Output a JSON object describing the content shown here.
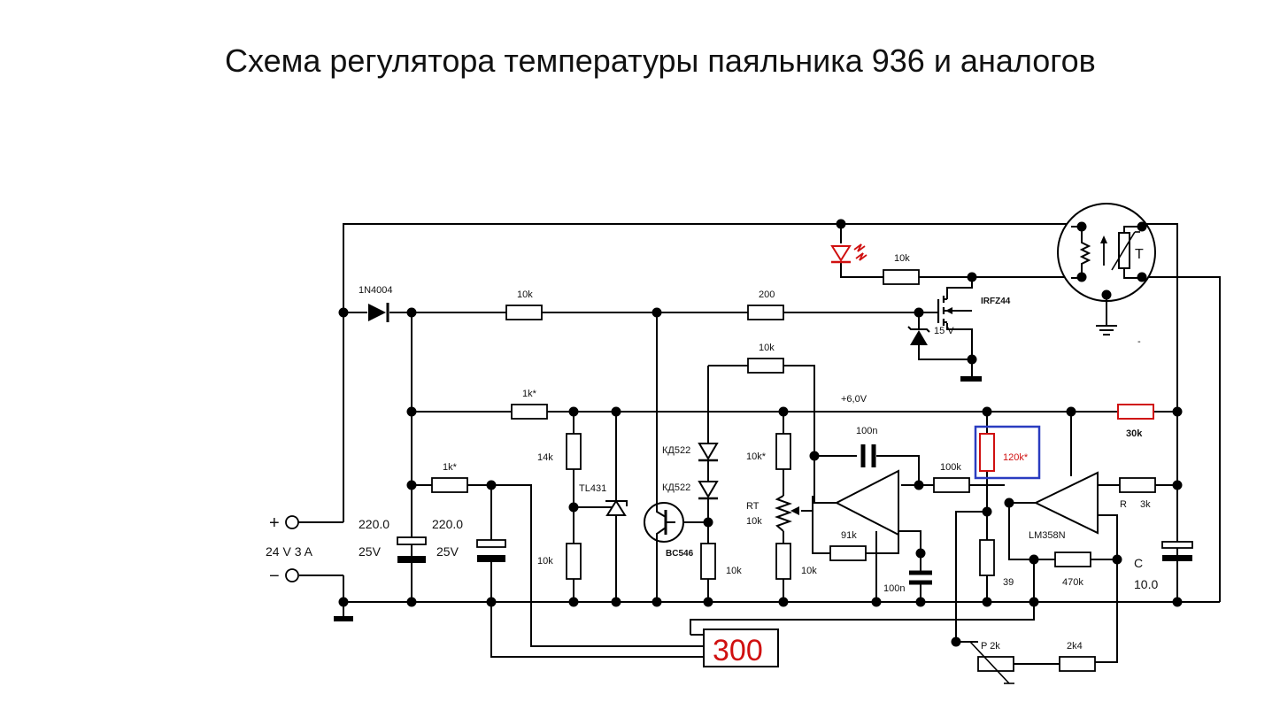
{
  "title": "Схема регулятора температуры паяльника 936 и аналогов",
  "power": {
    "plus": "+",
    "minus": "−",
    "rating": "24 V  3 A"
  },
  "labels": {
    "diode": "1N4004",
    "r_10k_top": "10k",
    "r_200": "200",
    "r_10k_led": "10k",
    "mosfet": "IRFZ44",
    "zener": "15 V",
    "r_10k_fb": "10k",
    "rail": "+6,0V",
    "r_1k_top": "1k*",
    "r_1k_mid": "1k*",
    "r_30k": "30k",
    "cap1_val": "220.0",
    "cap1_v": "25V",
    "cap2_val": "220.0",
    "cap2_v": "25V",
    "r_14k": "14k",
    "tl431": "TL431",
    "r_10k_ref": "10k",
    "d1": "КД522",
    "d2": "КД522",
    "transistor": "BC546",
    "r_10k_tr": "10k",
    "r_10k_star": "10k*",
    "rt": "RT",
    "rt_val": "10k",
    "r_10k_div": "10k",
    "c_100n_top": "100n",
    "r_91k": "91k",
    "c_100n_bot": "100n",
    "r_100k": "100k",
    "r_120k": "120k*",
    "r_39": "39",
    "opamp": "LM358N",
    "r_R": "R",
    "r_3k": "3k",
    "r_470k": "470k",
    "c_label": "C",
    "c_val": "10.0",
    "p2k": "P 2k",
    "r_2k4": "2k4",
    "display": "300",
    "dash": "-"
  },
  "colors": {
    "highlight_red": "#d01010",
    "highlight_blue": "#2a3cc0"
  }
}
